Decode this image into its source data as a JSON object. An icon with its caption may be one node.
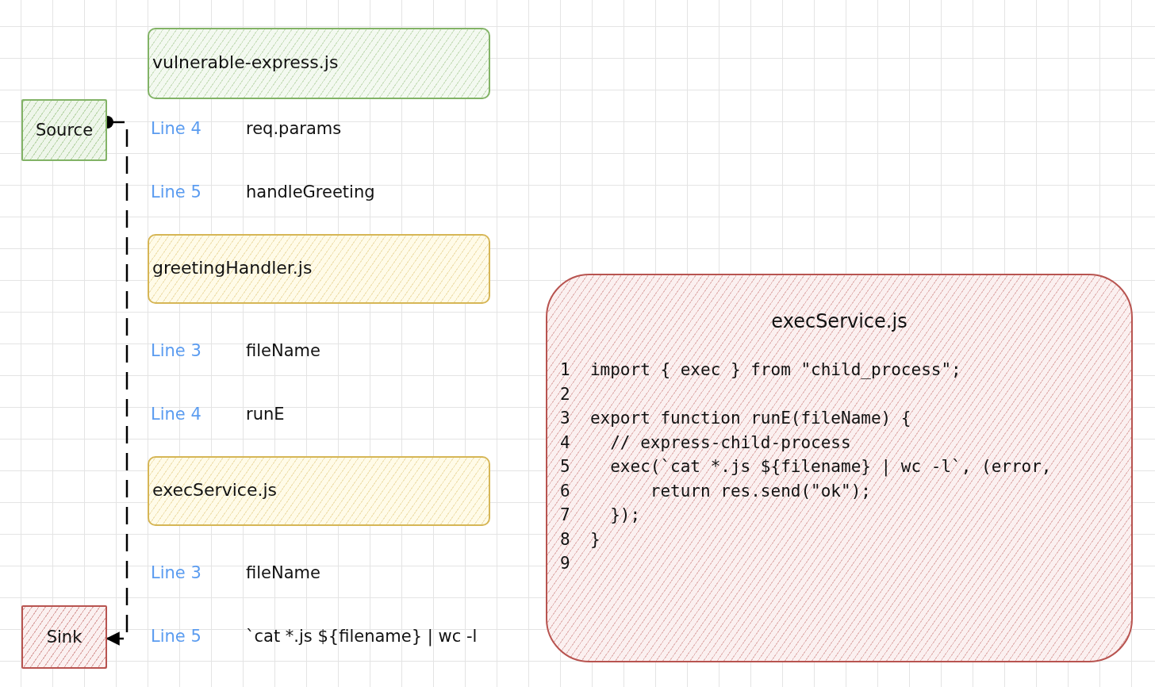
{
  "diagram": {
    "nodes": [
      {
        "text": [
          "vulnerable-express.js"
        ]
      },
      {
        "text": [
          "Source"
        ]
      },
      {
        "text": [
          "greetingHandler.js"
        ]
      },
      {
        "text": [
          "execService.js",
          "1  import { exec } from \"child_process\";",
          "2",
          "3  export function runE(fileName) {",
          "4    // express-child-process",
          "5    exec(`cat *.js ${filename} | wc -l`, (error,",
          "6        return res.send(\"ok\");",
          "7    });",
          "8  }",
          "9"
        ]
      },
      {
        "text": [
          "execService.js"
        ]
      },
      {
        "text": [
          "Sink"
        ]
      }
    ],
    "edges": [
      {
        "from": 1,
        "to": 5,
        "arrow": "to",
        "style": "dashed"
      }
    ],
    "labels": [
      "Line 4",
      "req.params",
      "Line 5",
      "handleGreeting",
      "Line 3",
      "fileName",
      "Line 4",
      "runE",
      "Line 3",
      "fileName",
      "Line 5",
      "`cat *.js ${filename} | wc -l"
    ]
  }
}
